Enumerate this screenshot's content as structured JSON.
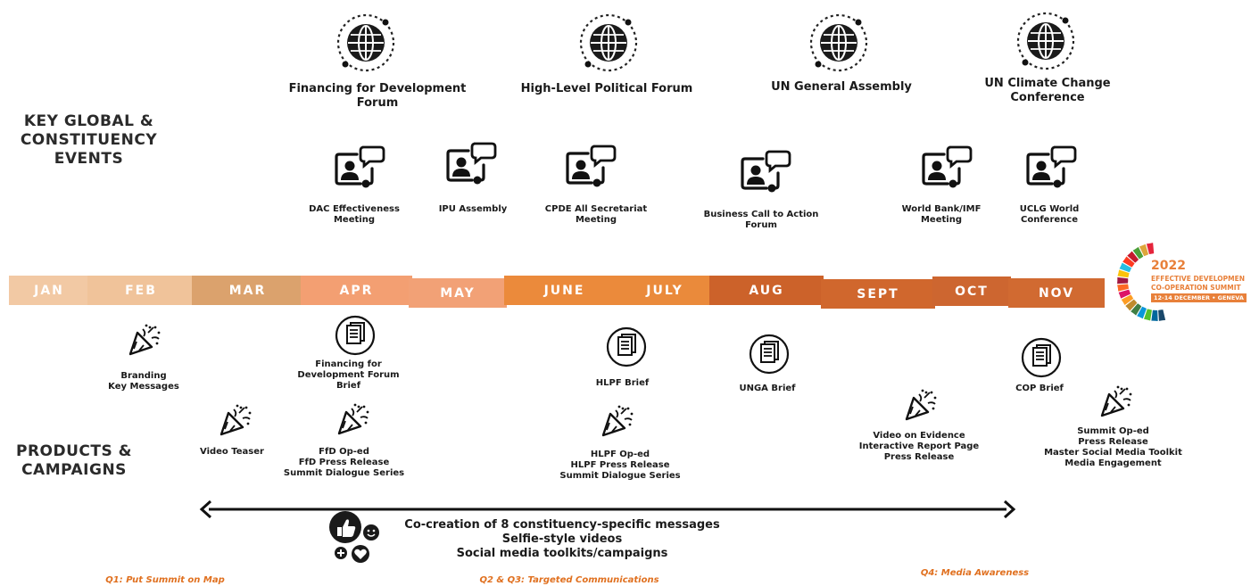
{
  "sections": {
    "events_title": "KEY GLOBAL &\nCONSTITUENCY\nEVENTS",
    "products_title": "PRODUCTS &\nCAMPAIGNS"
  },
  "global_events": [
    {
      "label": "Financing for Development\nForum",
      "icon": "globe-icon"
    },
    {
      "label": "High-Level Political Forum",
      "icon": "globe-icon"
    },
    {
      "label": "UN General Assembly",
      "icon": "globe-icon"
    },
    {
      "label": "UN Climate Change\nConference",
      "icon": "globe-icon"
    }
  ],
  "constituency_meetings": [
    {
      "label": "DAC Effectiveness\nMeeting",
      "icon": "video-call-icon"
    },
    {
      "label": "IPU Assembly",
      "icon": "video-call-icon"
    },
    {
      "label": "CPDE All Secretariat\nMeeting",
      "icon": "video-call-icon"
    },
    {
      "label": "Business Call to Action\nForum",
      "icon": "video-call-icon"
    },
    {
      "label": "World Bank/IMF\nMeeting",
      "icon": "video-call-icon"
    },
    {
      "label": "UCLG World\nConference",
      "icon": "video-call-icon"
    }
  ],
  "months": [
    {
      "label": "JAN",
      "color": "#f2c9a4"
    },
    {
      "label": "FEB",
      "color": "#f0c39a"
    },
    {
      "label": "MAR",
      "color": "#dba26d"
    },
    {
      "label": "APR",
      "color": "#f39f72"
    },
    {
      "label": "MAY",
      "color": "#f2a176"
    },
    {
      "label": "JUNE",
      "color": "#eb8a3b"
    },
    {
      "label": "JULY",
      "color": "#ea8a3b"
    },
    {
      "label": "AUG",
      "color": "#cc622a"
    },
    {
      "label": "SEPT",
      "color": "#d0672d"
    },
    {
      "label": "OCT",
      "color": "#cd6630"
    },
    {
      "label": "NOV",
      "color": "#d16a31"
    }
  ],
  "logo": {
    "year": "2022",
    "line1": "EFFECTIVE DEVELOPMEN",
    "line2": "CO-OPERATION SUMMIT",
    "dates": "12-14 DECEMBER • GENEVA"
  },
  "briefs": [
    {
      "label": "Financing for\nDevelopment Forum\nBrief",
      "icon": "document-icon"
    },
    {
      "label": "HLPF Brief",
      "icon": "document-icon"
    },
    {
      "label": "UNGA Brief",
      "icon": "document-icon"
    },
    {
      "label": "COP Brief",
      "icon": "document-icon"
    }
  ],
  "campaigns": [
    {
      "label": "Branding\nKey Messages",
      "icon": "party-popper-icon"
    },
    {
      "label": "Video Teaser",
      "icon": "party-popper-icon"
    },
    {
      "label": "FfD Op-ed\nFfD Press Release\nSummit Dialogue Series",
      "icon": "party-popper-icon"
    },
    {
      "label": "HLPF Op-ed\nHLPF Press Release\nSummit Dialogue Series",
      "icon": "party-popper-icon"
    },
    {
      "label": "Video on Evidence\nInteractive Report Page\nPress Release",
      "icon": "party-popper-icon"
    },
    {
      "label": "Summit Op-ed\nPress Release\nMaster Social Media Toolkit\nMedia Engagement",
      "icon": "party-popper-icon"
    }
  ],
  "ongoing": {
    "text": "Co-creation of 8 constituency-specific messages\nSelfie-style videos\nSocial media toolkits/campaigns",
    "icons": [
      "thumbs-up-icon",
      "smiley-icon",
      "plus-icon",
      "heart-icon"
    ]
  },
  "quarters": [
    {
      "label": "Q1: Put Summit on Map"
    },
    {
      "label": "Q2 & Q3: Targeted Communications"
    },
    {
      "label": "Q4: Media Awareness"
    }
  ]
}
